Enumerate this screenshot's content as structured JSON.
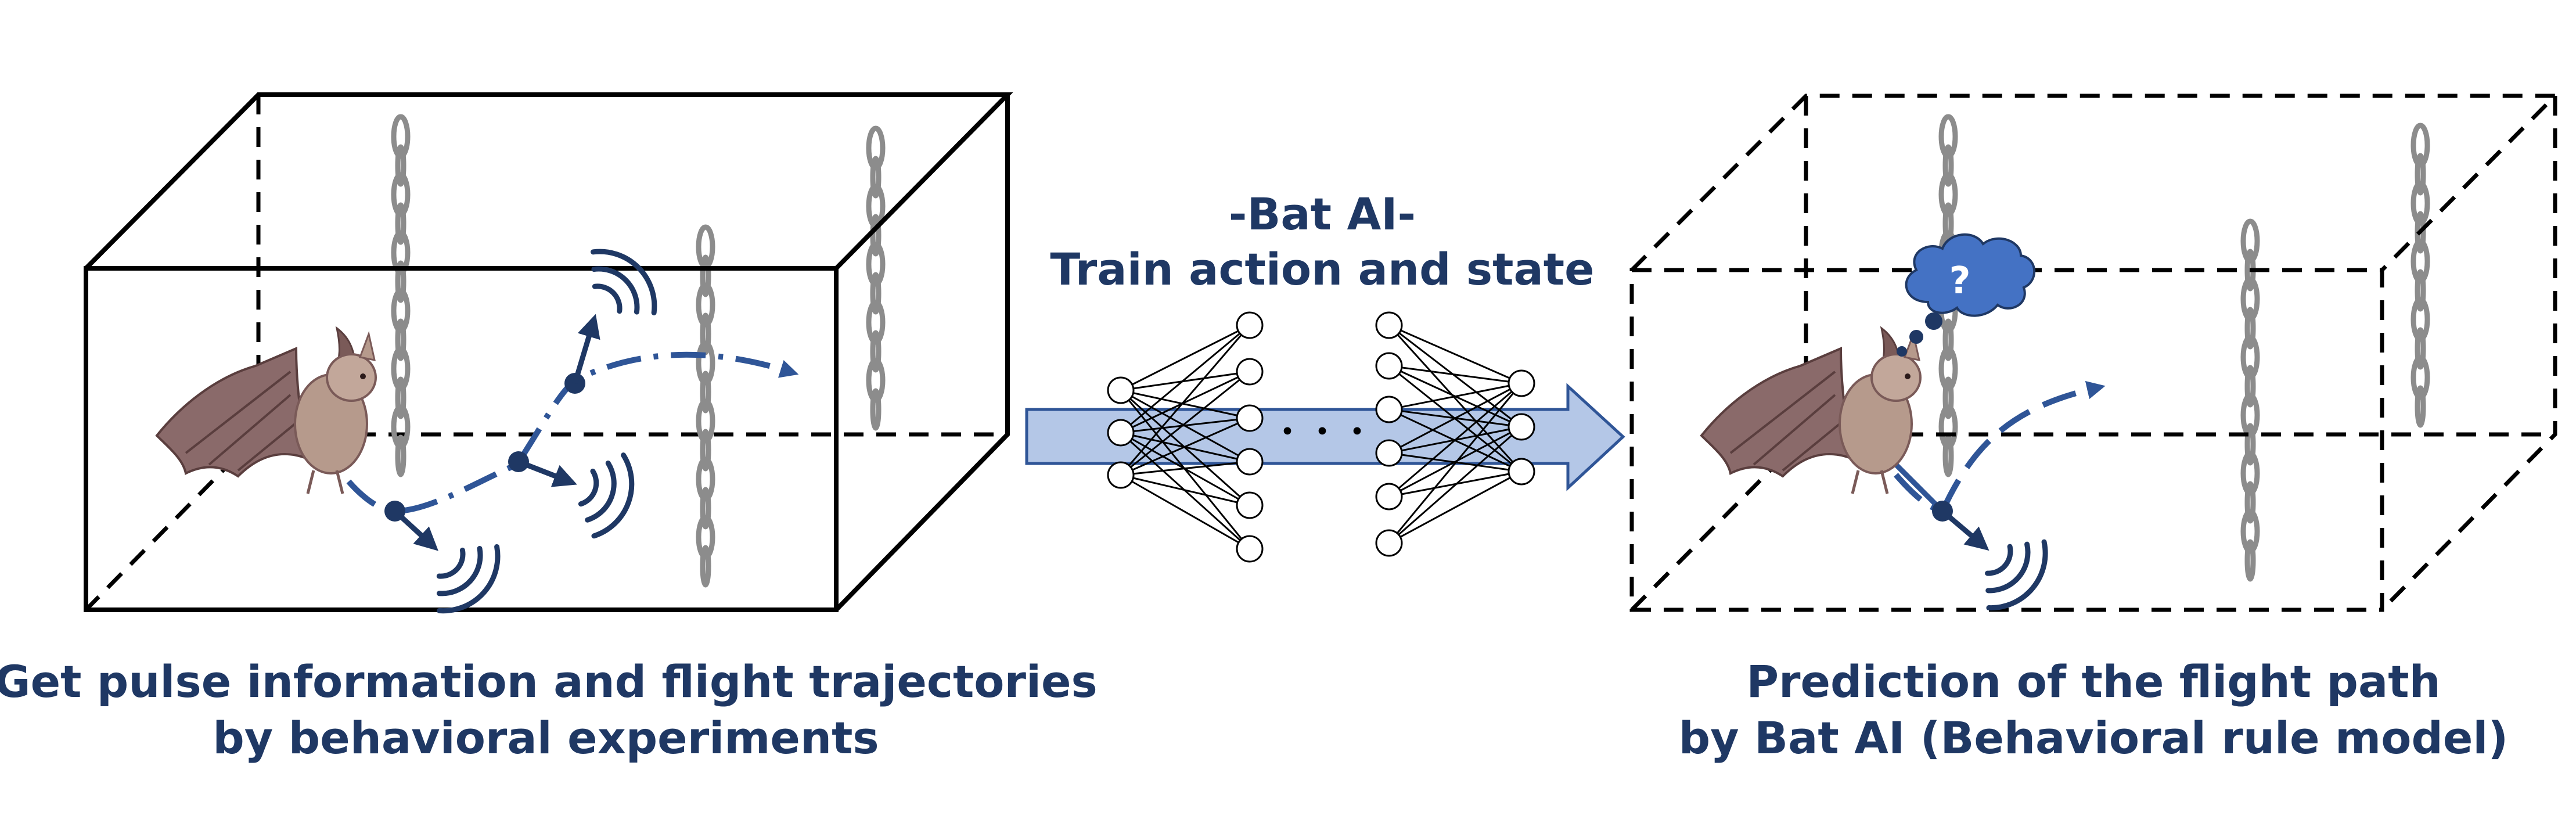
{
  "center": {
    "title_line1": "-Bat AI-",
    "title_line2": "Train action and state",
    "ellipsis": "・・・"
  },
  "left": {
    "caption_line1": "Get pulse information and flight trajectories",
    "caption_line2": "by behavioral experiments"
  },
  "right": {
    "caption_line1": "Prediction of the flight path",
    "caption_line2": "by Bat AI (Behavioral rule model)",
    "thought_symbol": "?"
  },
  "colors": {
    "text": "#1f3864",
    "trajectory": "#2f5597",
    "pulse": "#1f3864",
    "arrow_fill": "#b4c7e7",
    "arrow_stroke": "#2f5597",
    "cloud": "#4472c4",
    "chain": "#8c8c8c"
  },
  "icons": [
    "bat-icon",
    "sound-pulse-icon",
    "chain-obstacle-icon",
    "thought-cloud-icon",
    "neural-network-icon"
  ]
}
